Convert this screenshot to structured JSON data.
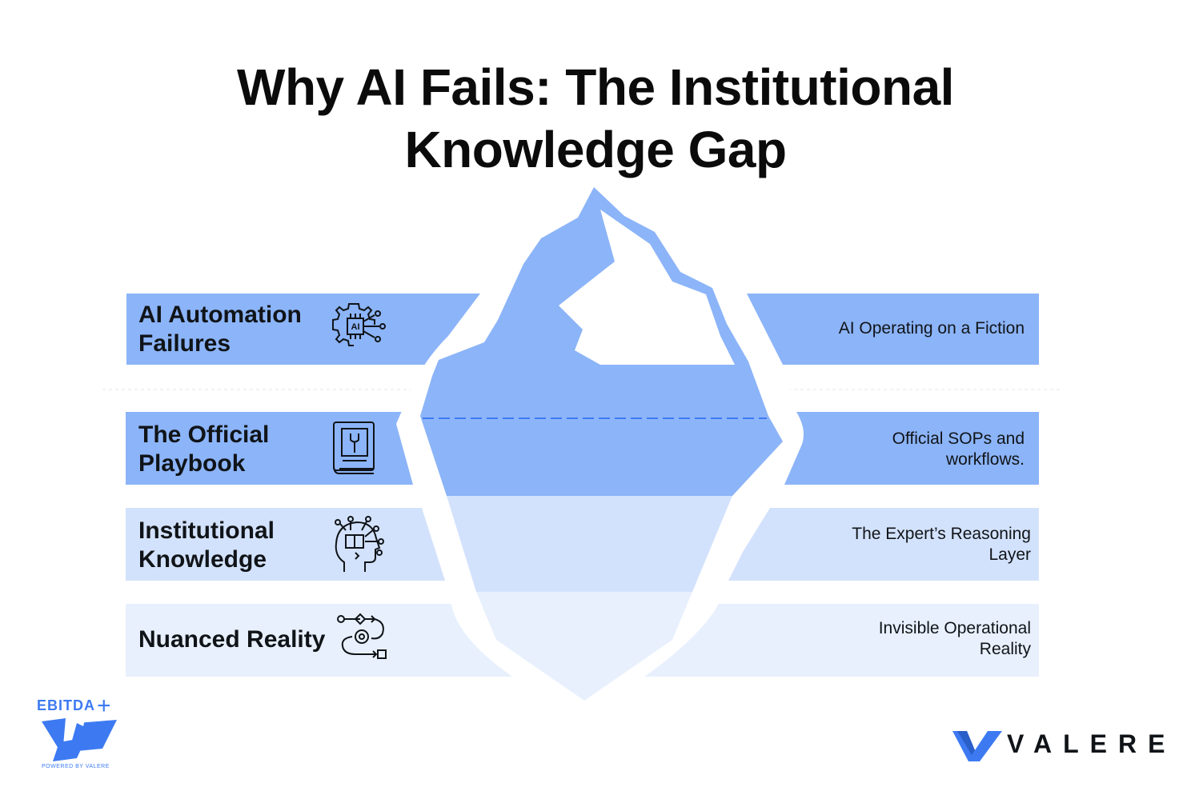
{
  "title": {
    "line1": "Why AI Fails: The Institutional",
    "line2": "Knowledge Gap"
  },
  "bands": [
    {
      "id": "ai-automation",
      "label_line1": "AI Automation",
      "label_line2": "Failures",
      "icon": "ai-gear-chip-icon",
      "right_line1": "AI Operating on a Fiction",
      "right_line2": ""
    },
    {
      "id": "official-playbook",
      "label_line1": "The Official",
      "label_line2": "Playbook",
      "icon": "book-wrench-icon",
      "right_line1": "Official SOPs and",
      "right_line2": "workflows."
    },
    {
      "id": "institutional-knowledge",
      "label_line1": "Institutional",
      "label_line2": "Knowledge",
      "icon": "head-book-network-icon",
      "right_line1": "The Expert’s Reasoning",
      "right_line2": "Layer"
    },
    {
      "id": "nuanced-reality",
      "label_line1": "Nuanced Reality",
      "label_line2": "",
      "icon": "process-flow-gear-icon",
      "right_line1": "Invisible Operational",
      "right_line2": "Reality"
    }
  ],
  "colors": {
    "band1": "#8cb4f8",
    "band2": "#8cb4f8",
    "band3": "#d3e2fc",
    "band4": "#e8f0fd",
    "ice_top": "#8cb4f8",
    "ice_mid": "#d3e2fc",
    "ice_bottom": "#e8f0fd",
    "waterline": "#3d7af2",
    "brand": "#3d7af2"
  },
  "logos": {
    "ebitda_text": "EBITDA",
    "ebitda_plus": "+",
    "powered_by": "POWERED BY VALERE",
    "valere_text": "VALERE"
  }
}
